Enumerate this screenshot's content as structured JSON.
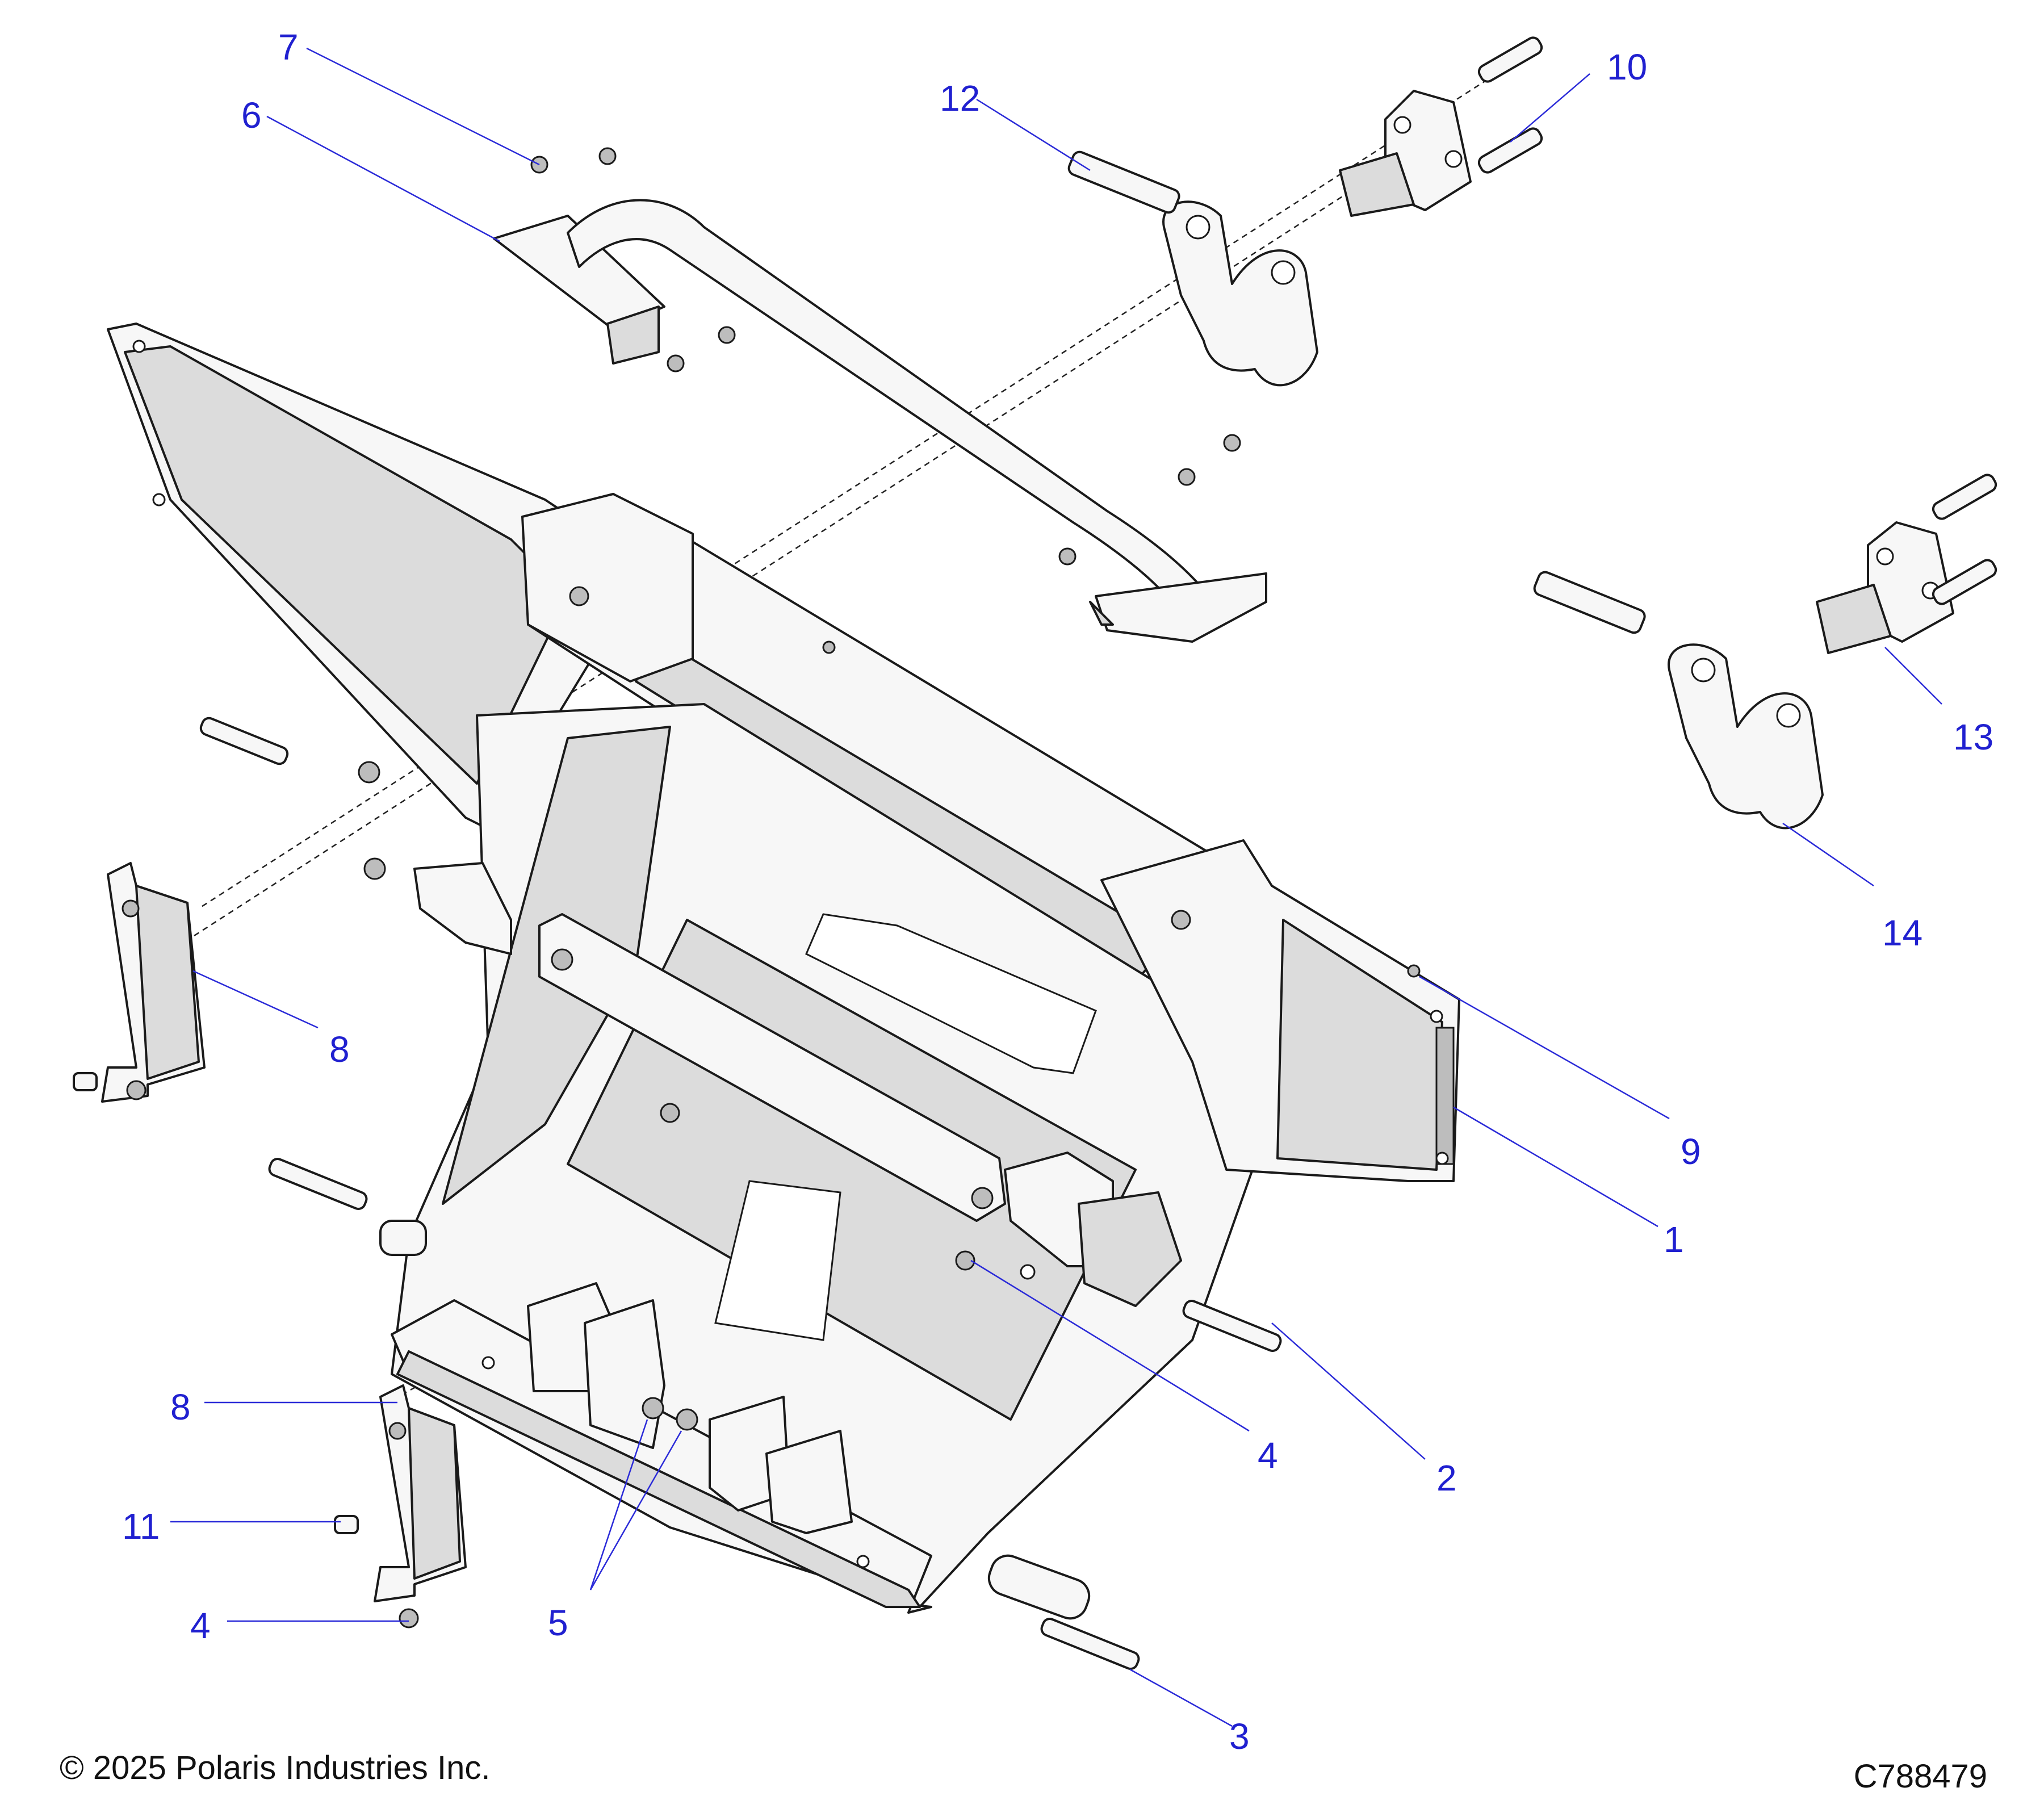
{
  "callouts": [
    {
      "label": "1"
    },
    {
      "label": "2"
    },
    {
      "label": "3"
    },
    {
      "label": "4"
    },
    {
      "label": "4"
    },
    {
      "label": "5"
    },
    {
      "label": "6"
    },
    {
      "label": "7"
    },
    {
      "label": "8"
    },
    {
      "label": "8"
    },
    {
      "label": "9"
    },
    {
      "label": "10"
    },
    {
      "label": "11"
    },
    {
      "label": "12"
    },
    {
      "label": "13"
    },
    {
      "label": "14"
    }
  ],
  "footer": {
    "copyright": "© 2025 Polaris Industries Inc.",
    "drawing_number": "C788479"
  },
  "colors": {
    "callout": "#2020d0",
    "line_art": "#1a1a1a",
    "shading": "#dcdcdc"
  }
}
